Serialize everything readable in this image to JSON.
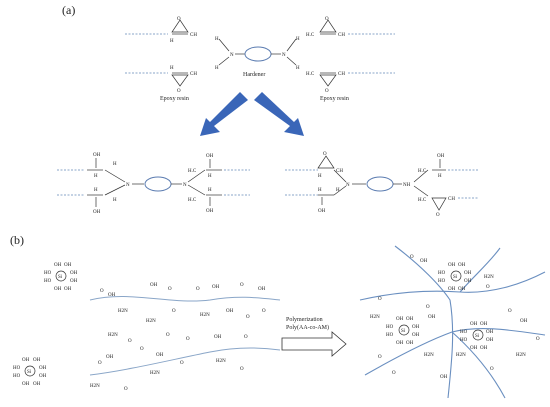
{
  "panel_a": {
    "label": "(a)",
    "hardener_caption": "Hardener",
    "epoxy_left_caption": "Epoxy resin",
    "epoxy_right_caption": "Epoxy resin",
    "atoms": {
      "c": "C",
      "h": "H",
      "o": "O",
      "n": "N",
      "nh": "NH",
      "oh": "OH",
      "ch2": "CH",
      "hc": "H.C",
      "ch": "CH"
    }
  },
  "panel_b": {
    "label": "(b)",
    "arrow_line1": "Polymerization",
    "arrow_line2": "Poly(AA-co-AM)",
    "si": "Si",
    "ho": "HO",
    "oh": "OH",
    "h2n": "H2N",
    "o": "O"
  }
}
